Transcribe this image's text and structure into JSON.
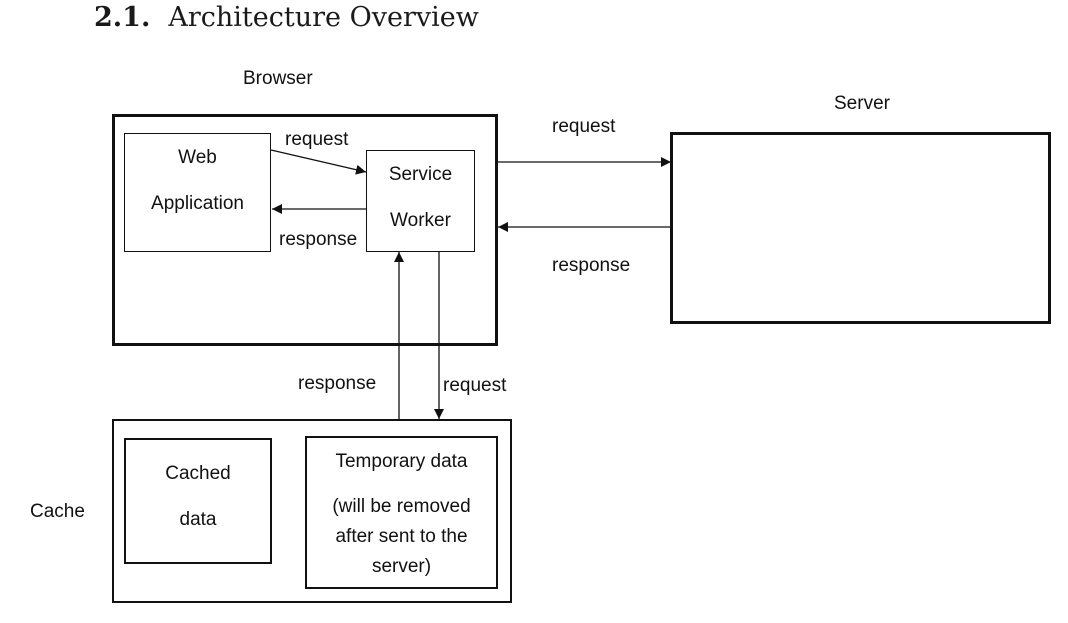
{
  "section": {
    "number": "2.1.",
    "title": "Architecture Overview"
  },
  "browser": {
    "label": "Browser"
  },
  "server": {
    "label": "Server"
  },
  "cache": {
    "label": "Cache"
  },
  "web_application": {
    "line1": "Web",
    "line2": "Application"
  },
  "service_worker": {
    "line1": "Service",
    "line2": "Worker"
  },
  "cached_data": {
    "line1": "Cached",
    "line2": "data"
  },
  "temporary_data": {
    "line1": "Temporary data",
    "line2": "(will be removed",
    "line3": "after sent to the",
    "line4": "server)"
  },
  "edges": {
    "webapp_to_sw": "request",
    "sw_to_webapp": "response",
    "sw_to_server": "request",
    "server_to_sw": "response",
    "cache_to_sw": "response",
    "sw_to_cache": "request"
  }
}
